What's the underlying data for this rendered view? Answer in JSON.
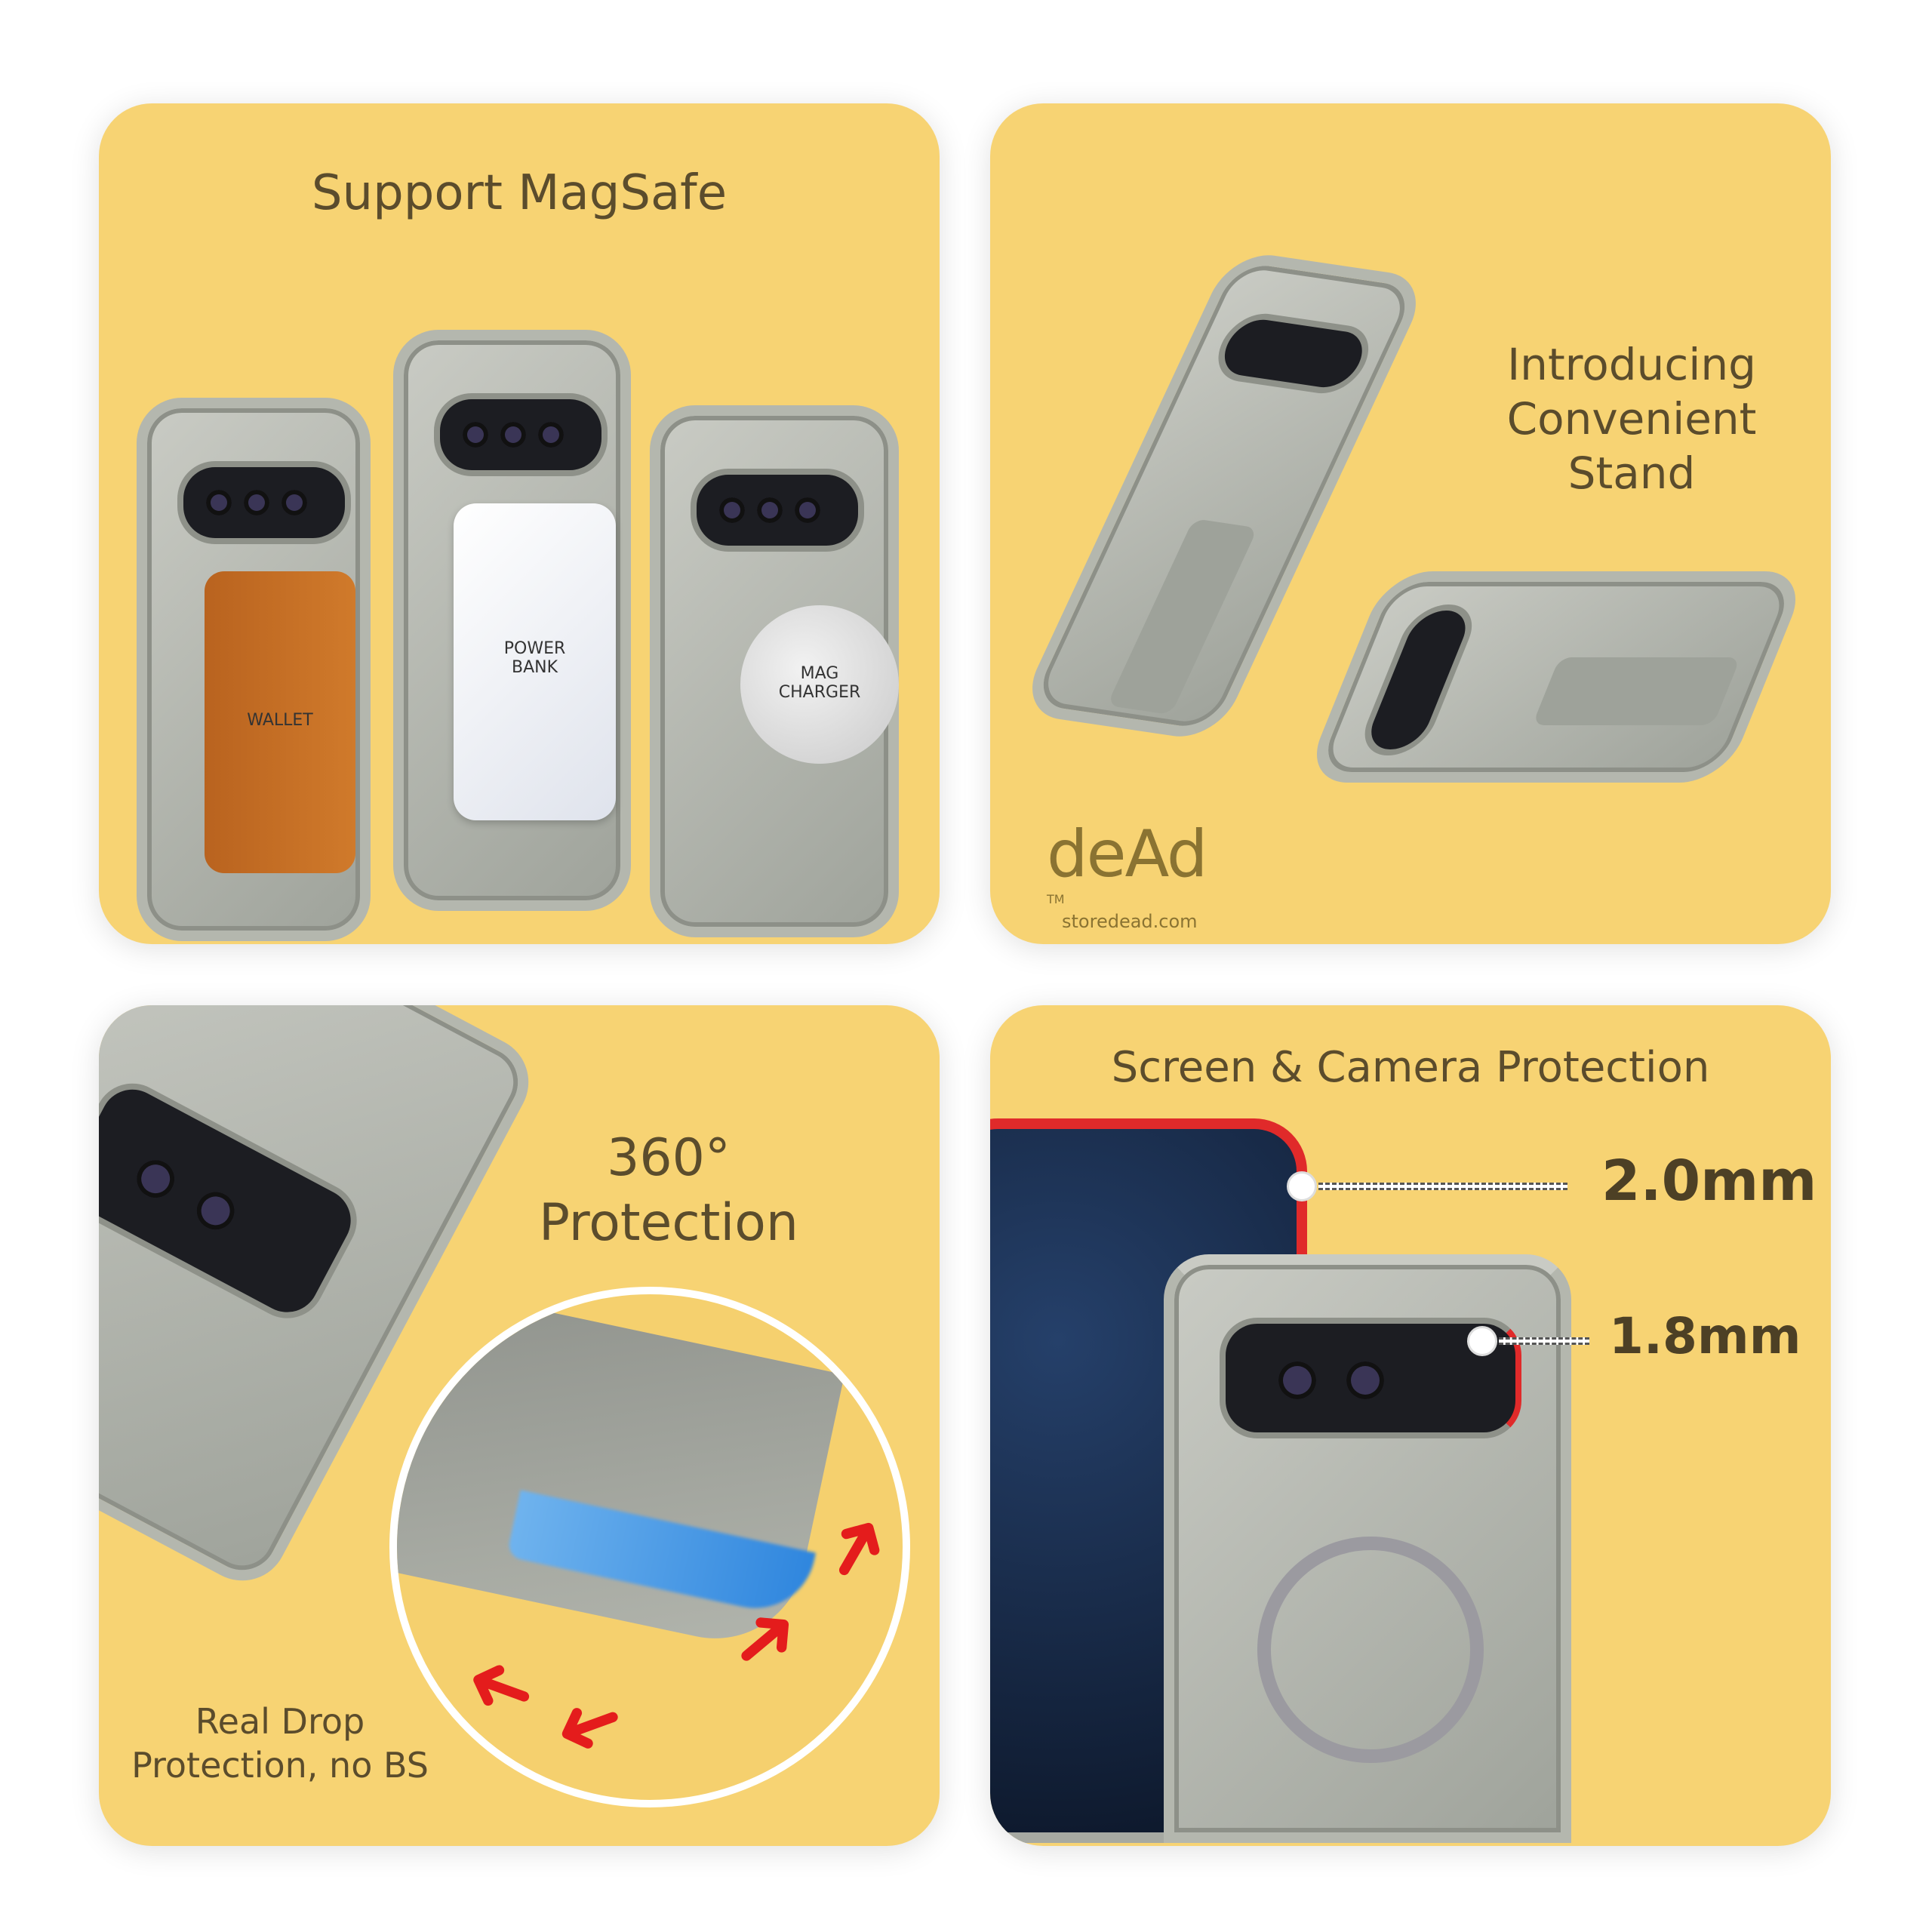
{
  "panels": {
    "magsafe": {
      "title": "Support MagSafe",
      "accessories": [
        "WALLET",
        "POWER BANK",
        "MAG CHARGER"
      ]
    },
    "stand": {
      "title_lines": [
        "Introducing",
        "Convenient",
        "Stand"
      ],
      "logo": {
        "wordmark": "deAd",
        "trademark": "TM",
        "url": "storedead.com"
      }
    },
    "protection": {
      "title_lines": [
        "360°",
        "Protection"
      ],
      "caption_lines": [
        "Real Drop",
        "Protection, no BS"
      ]
    },
    "screen_camera": {
      "title": "Screen & Camera Protection",
      "screen_lip": "2.0mm",
      "camera_lip": "1.8mm"
    }
  },
  "colors": {
    "panel_bg": "#f7d373",
    "text": "#5b4c2c",
    "accent_red": "#e41c1c",
    "impact_blue": "#3a8fe0"
  }
}
